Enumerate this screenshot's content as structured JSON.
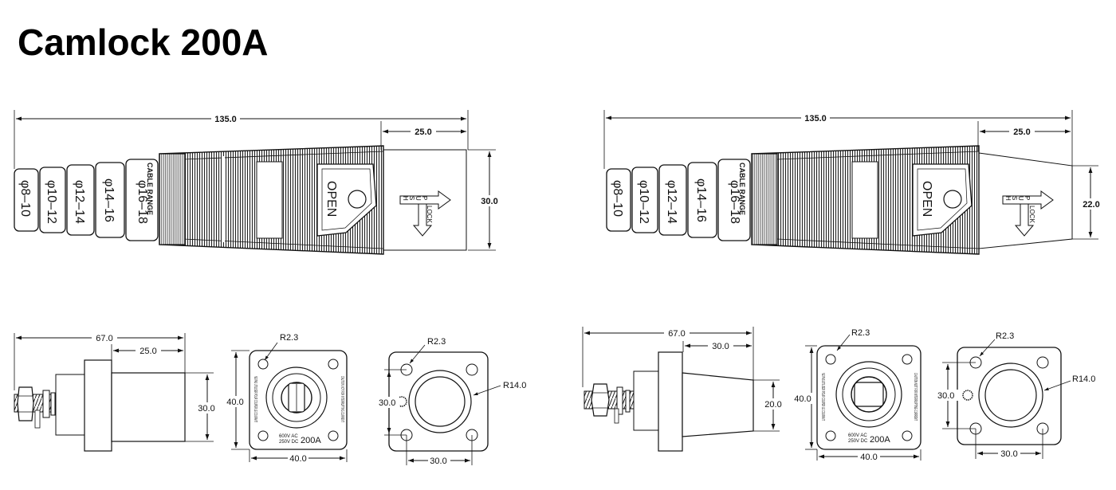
{
  "title": "Camlock 200A",
  "colors": {
    "line": "#111111",
    "fill": "#ffffff",
    "shade": "#d9d9d9"
  },
  "plug_left": {
    "overall_length": "135.0",
    "nose_length": "25.0",
    "nose_diameter": "30.0",
    "ring_labels": [
      "φ8–10",
      "φ10–12",
      "φ12–14",
      "φ14–16",
      "φ16–18"
    ],
    "cable_range_label": "CABLE RANGE",
    "open_label": "OPEN",
    "push_letters": [
      "P",
      "U",
      "S",
      "H"
    ],
    "lock_label": "LOCK"
  },
  "plug_right": {
    "overall_length": "135.0",
    "nose_length": "25.0",
    "nose_diameter": "22.0",
    "ring_labels": [
      "φ8–10",
      "φ10–12",
      "φ12–14",
      "φ14–16",
      "φ16–18"
    ],
    "cable_range_label": "CABLE RANGE",
    "open_label": "OPEN",
    "push_letters": [
      "P",
      "U",
      "S",
      "H"
    ],
    "lock_label": "LOCK"
  },
  "receptacle_left": {
    "overall_length": "67.0",
    "body_length": "25.0",
    "body_diameter": "30.0",
    "front_radius": "R2.3",
    "front_height": "40.0",
    "front_width": "40.0",
    "rating_ac": "600V AC",
    "rating_dc": "250V DC",
    "rating_current": "200A",
    "warning_fr": "NE PAS UTILISER POUR COUPER LE COURANT",
    "warning_en": "CAUTION NOT FOR INTERRUPTING CURRENT",
    "rear_radius": "R2.3",
    "rear_hole_spacing_v": "30.0",
    "rear_hole_spacing_h": "30.0",
    "rear_bore_radius": "R14.0"
  },
  "receptacle_right": {
    "overall_length": "67.0",
    "body_length": "30.0",
    "body_diameter": "20.0",
    "front_radius": "R2.3",
    "front_height": "40.0",
    "front_width": "40.0",
    "rating_ac": "600V AC",
    "rating_dc": "250V DC",
    "rating_current": "200A",
    "warning_fr": "NE PAS UTILISER POUR COUPER LE COURANT",
    "warning_en": "CAUTION NOT FOR INTERRUPTING CURRENT",
    "rear_radius": "R2.3",
    "rear_hole_spacing_v": "30.0",
    "rear_hole_spacing_h": "30.0",
    "rear_bore_radius": "R14.0"
  }
}
